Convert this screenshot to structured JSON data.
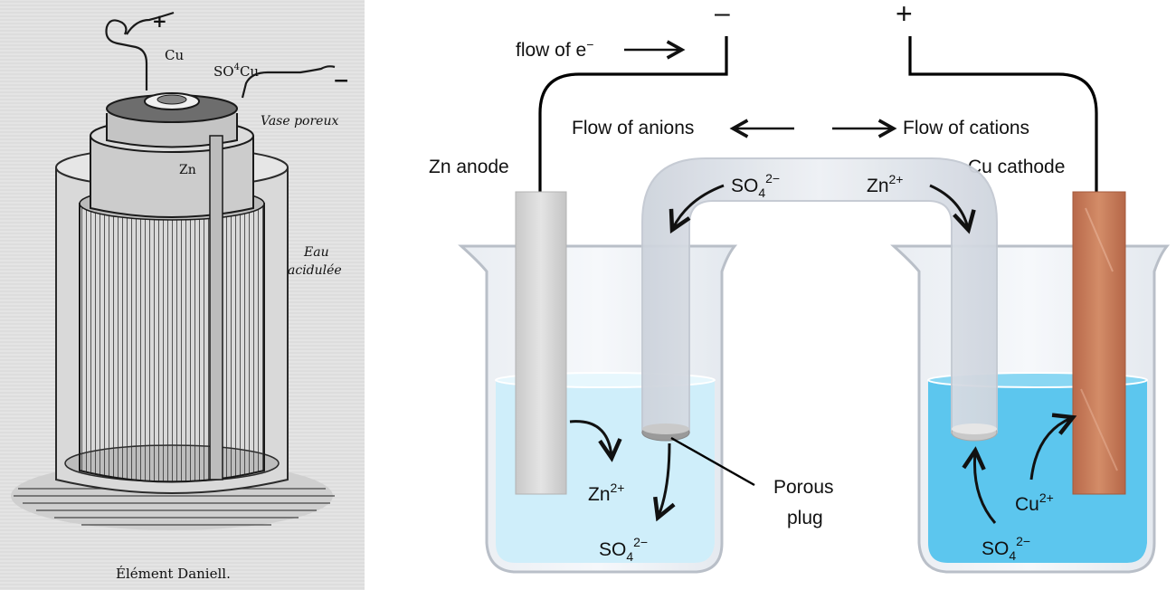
{
  "engraving": {
    "caption": "Élément Daniell.",
    "labels": {
      "plus": "+",
      "minus": "−",
      "cu": "Cu",
      "so4cu": "SO",
      "so4cu_sup": "4",
      "so4cu_tail": "Cu",
      "zn": "Zn",
      "vase_poreux": "Vase poreux",
      "eau": "Eau",
      "acidulee": "acidulée"
    }
  },
  "cell": {
    "terminal_minus": "–",
    "terminal_plus": "+",
    "flow_electrons": "flow of e",
    "flow_electrons_sup": "−",
    "flow_anions": "Flow of anions",
    "flow_cations": "Flow of cations",
    "anode_label": "Zn anode",
    "cathode_label": "Cu cathode",
    "bridge_so4": "SO",
    "bridge_so4_sub": "4",
    "bridge_so4_sup": "2−",
    "bridge_zn": "Zn",
    "bridge_zn_sup": "2+",
    "left_zn": "Zn",
    "left_zn_sup": "2+",
    "left_so4": "SO",
    "left_so4_sub": "4",
    "left_so4_sup": "2−",
    "porous_line1": "Porous",
    "porous_line2": "plug",
    "right_cu": "Cu",
    "right_cu_sup": "2+",
    "right_so4": "SO",
    "right_so4_sub": "4",
    "right_so4_sup": "2−"
  },
  "colors": {
    "left_solution": "#cfeefa",
    "right_solution": "#5cc6ee",
    "zinc": "#d6d6d6",
    "copper": "#c97a55",
    "bridge": "#d9dde4",
    "glass": "#c8ccd2",
    "paper": "#e2e2e2"
  }
}
